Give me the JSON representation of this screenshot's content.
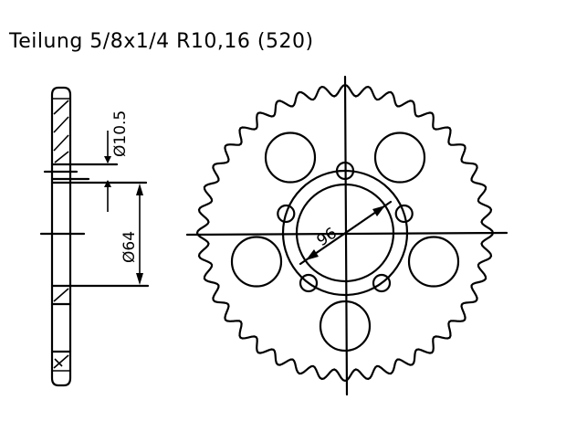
{
  "title": "Teilung 5/8x1/4 R10,16 (520)",
  "side_view": {
    "dim_hub_width": "Ø10.5",
    "dim_center_bore": "Ø64"
  },
  "front_view": {
    "dim_bolt_circle": "96",
    "teeth": 40,
    "lightening_holes": 5,
    "bolt_holes": 5
  },
  "colors": {
    "line": "#000000",
    "background": "#ffffff"
  }
}
